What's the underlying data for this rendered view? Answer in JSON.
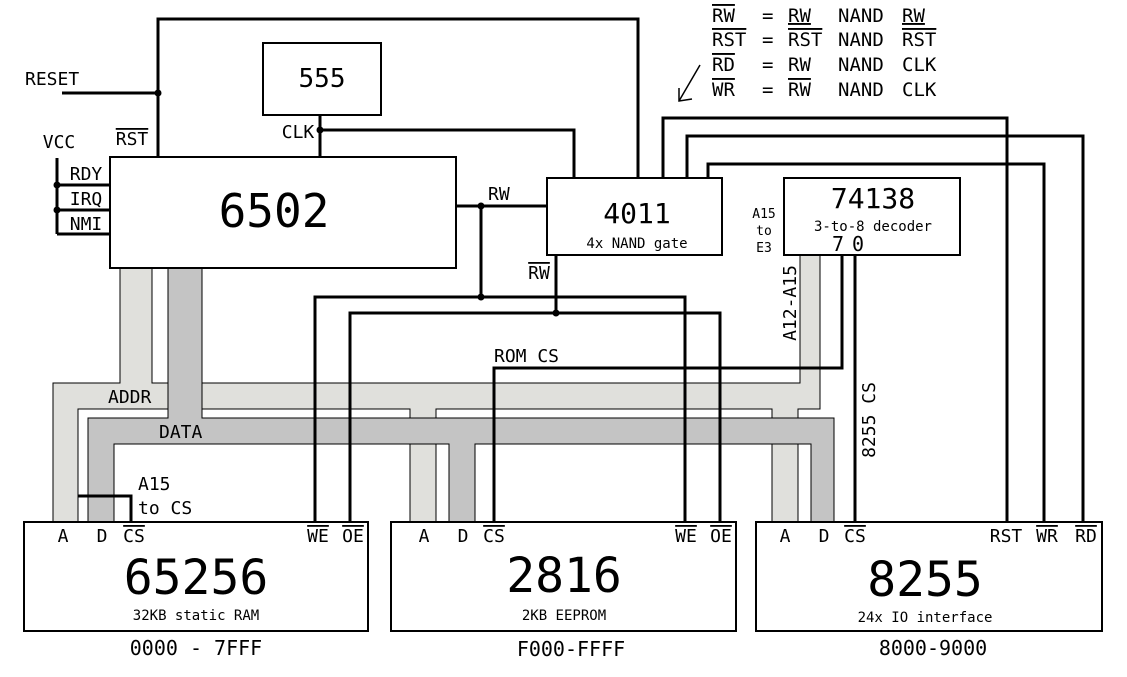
{
  "chips": {
    "timer": {
      "name": "555",
      "clk": "CLK"
    },
    "cpu": {
      "name": "6502",
      "rst": "RST",
      "vcc": "VCC",
      "rdy": "RDY",
      "irq": "IRQ",
      "nmi": "NMI"
    },
    "nand": {
      "name": "4011",
      "desc": "4x NAND gate"
    },
    "decoder": {
      "name": "74138",
      "desc": "3-to-8 decoder",
      "out7": "7",
      "out0": "0",
      "in_label": [
        "A15",
        "to",
        "E3"
      ]
    },
    "ram": {
      "name": "65256",
      "desc": "32KB static RAM",
      "range": "0000 - 7FFF",
      "pins": {
        "a": "A",
        "d": "D",
        "cs": "CS",
        "we": "WE",
        "oe": "OE"
      }
    },
    "rom": {
      "name": "2816",
      "desc": "2KB EEPROM",
      "range": "F000-FFFF",
      "pins": {
        "a": "A",
        "d": "D",
        "cs": "CS",
        "we": "WE",
        "oe": "OE"
      }
    },
    "io": {
      "name": "8255",
      "desc": "24x IO interface",
      "range": "8000-9000",
      "pins": {
        "a": "A",
        "d": "D",
        "cs": "CS",
        "rst": "RST",
        "wr": "WR",
        "rd": "RD"
      }
    }
  },
  "signals": {
    "reset": "RESET",
    "rw": "RW",
    "rw_bar": "RW",
    "rom_cs": "ROM CS",
    "io_cs": "8255 CS",
    "addr_bus": "ADDR",
    "data_bus": "DATA",
    "a12_a15": "A12-A15",
    "a15_to_cs": [
      "A15",
      "to CS"
    ]
  },
  "equations": [
    {
      "lhs": "RW",
      "rhs_a": "RW",
      "op": "NAND",
      "rhs_b": "RW"
    },
    {
      "lhs": "RST",
      "rhs_a": "RST",
      "op": "NAND",
      "rhs_b": "RST"
    },
    {
      "lhs": "RD",
      "rhs_a": "RW",
      "op": "NAND",
      "rhs_b": "CLK"
    },
    {
      "lhs": "WR",
      "rhs_a": "RW",
      "op": "NAND",
      "rhs_b": "CLK"
    }
  ],
  "colors": {
    "addr_bus": "#e0e0dc",
    "data_bus": "#c4c4c4",
    "wire": "#000000"
  }
}
